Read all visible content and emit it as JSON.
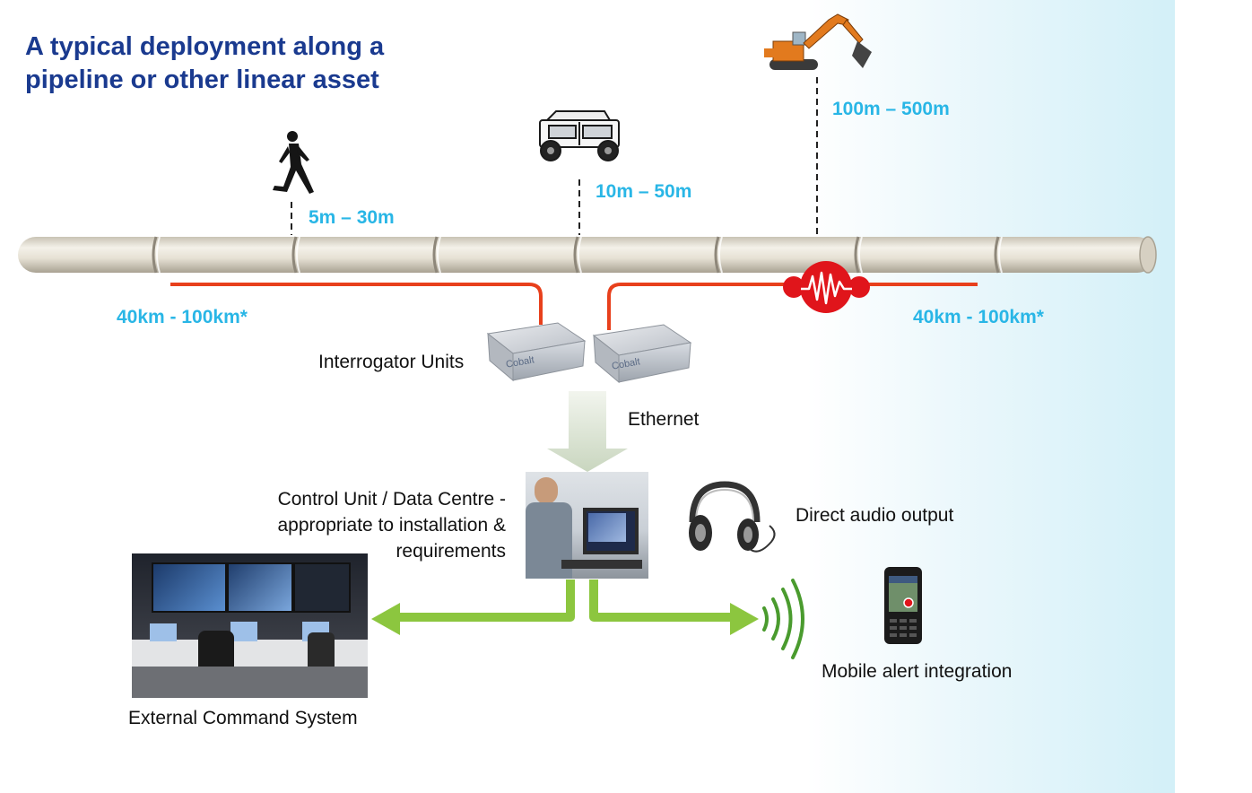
{
  "title": {
    "line1": "A typical deployment along a",
    "line2": "pipeline or other linear asset"
  },
  "threats": {
    "walker_range": "5m – 30m",
    "vehicle_range": "10m – 50m",
    "excavator_range": "100m – 500m"
  },
  "coverage": {
    "left": "40km - 100km*",
    "right": "40km - 100km*"
  },
  "labels": {
    "interrogator_units": "Interrogator Units",
    "unit_brand": "Cobalt",
    "ethernet": "Ethernet",
    "control_unit_line1": "Control Unit / Data Centre -",
    "control_unit_line2": "appropriate to installation &",
    "control_unit_line3": "requirements",
    "direct_audio": "Direct audio output",
    "mobile_alert": "Mobile alert integration",
    "external_command": "External Command System"
  },
  "colors": {
    "title": "#1a3a8f",
    "range_text": "#29b6e6",
    "fibre": "#e8401c",
    "arrow": "#8cc63f",
    "alert": "#e0151b"
  }
}
